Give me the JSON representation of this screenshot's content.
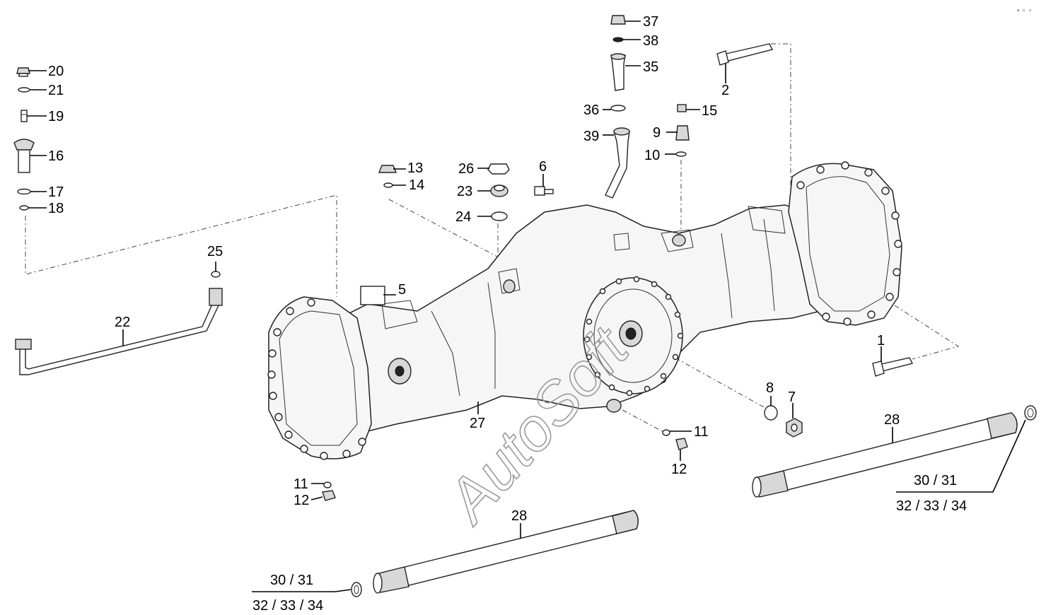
{
  "watermark": "AutoSoft",
  "corner_mark": "• ∘ ∘",
  "callouts": {
    "c1": "1",
    "c2": "2",
    "c5": "5",
    "c6": "6",
    "c7": "7",
    "c8": "8",
    "c9": "9",
    "c10": "10",
    "c11a": "11",
    "c11b": "11",
    "c12a": "12",
    "c12b": "12",
    "c13": "13",
    "c14": "14",
    "c15": "15",
    "c16": "16",
    "c17": "17",
    "c18": "18",
    "c19": "19",
    "c20": "20",
    "c21": "21",
    "c22": "22",
    "c23": "23",
    "c24": "24",
    "c25": "25",
    "c26": "26",
    "c27": "27",
    "c28a": "28",
    "c28b": "28",
    "c35": "35",
    "c36": "36",
    "c37": "37",
    "c38": "38",
    "c39": "39",
    "f_right_top": "30 / 31",
    "f_right_bottom": "32 / 33 / 34",
    "f_left_top": "30 / 31",
    "f_left_bottom": "32 / 33 / 34"
  }
}
